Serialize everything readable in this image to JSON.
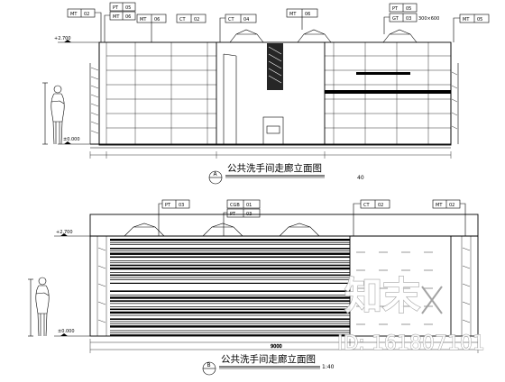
{
  "elevation_a": {
    "title": "公共洗手间走廊立面图",
    "marker": "A",
    "scale": "40",
    "levels": {
      "top": "+2.700",
      "bottom": "±0.000"
    },
    "tags": [
      {
        "a": "MT",
        "b": "02"
      },
      {
        "a": "PT",
        "b": "05"
      },
      {
        "a": "MT",
        "b": "06"
      },
      {
        "a": "CT",
        "b": "02"
      },
      {
        "a": "CT",
        "b": "04"
      },
      {
        "a": "MT",
        "b": "06"
      },
      {
        "a": "PT",
        "b": "05"
      },
      {
        "a": "GT",
        "b": "03"
      },
      {
        "a": "MT",
        "b": "05"
      }
    ],
    "note": "300×600"
  },
  "elevation_b": {
    "title": "公共洗手间走廊立面图",
    "marker": "B",
    "scale": "1:40",
    "levels": {
      "top": "+2.700",
      "bottom": "±0.000"
    },
    "tags": [
      {
        "a": "PT",
        "b": "03"
      },
      {
        "a": "CGB",
        "b": "01"
      },
      {
        "a": "PT",
        "b": "03"
      },
      {
        "a": "CT",
        "b": "02"
      },
      {
        "a": "MT",
        "b": "02"
      }
    ],
    "dimension": "9000"
  },
  "watermark": {
    "logo_text": "知末",
    "id_text": "ID: 161807101"
  }
}
